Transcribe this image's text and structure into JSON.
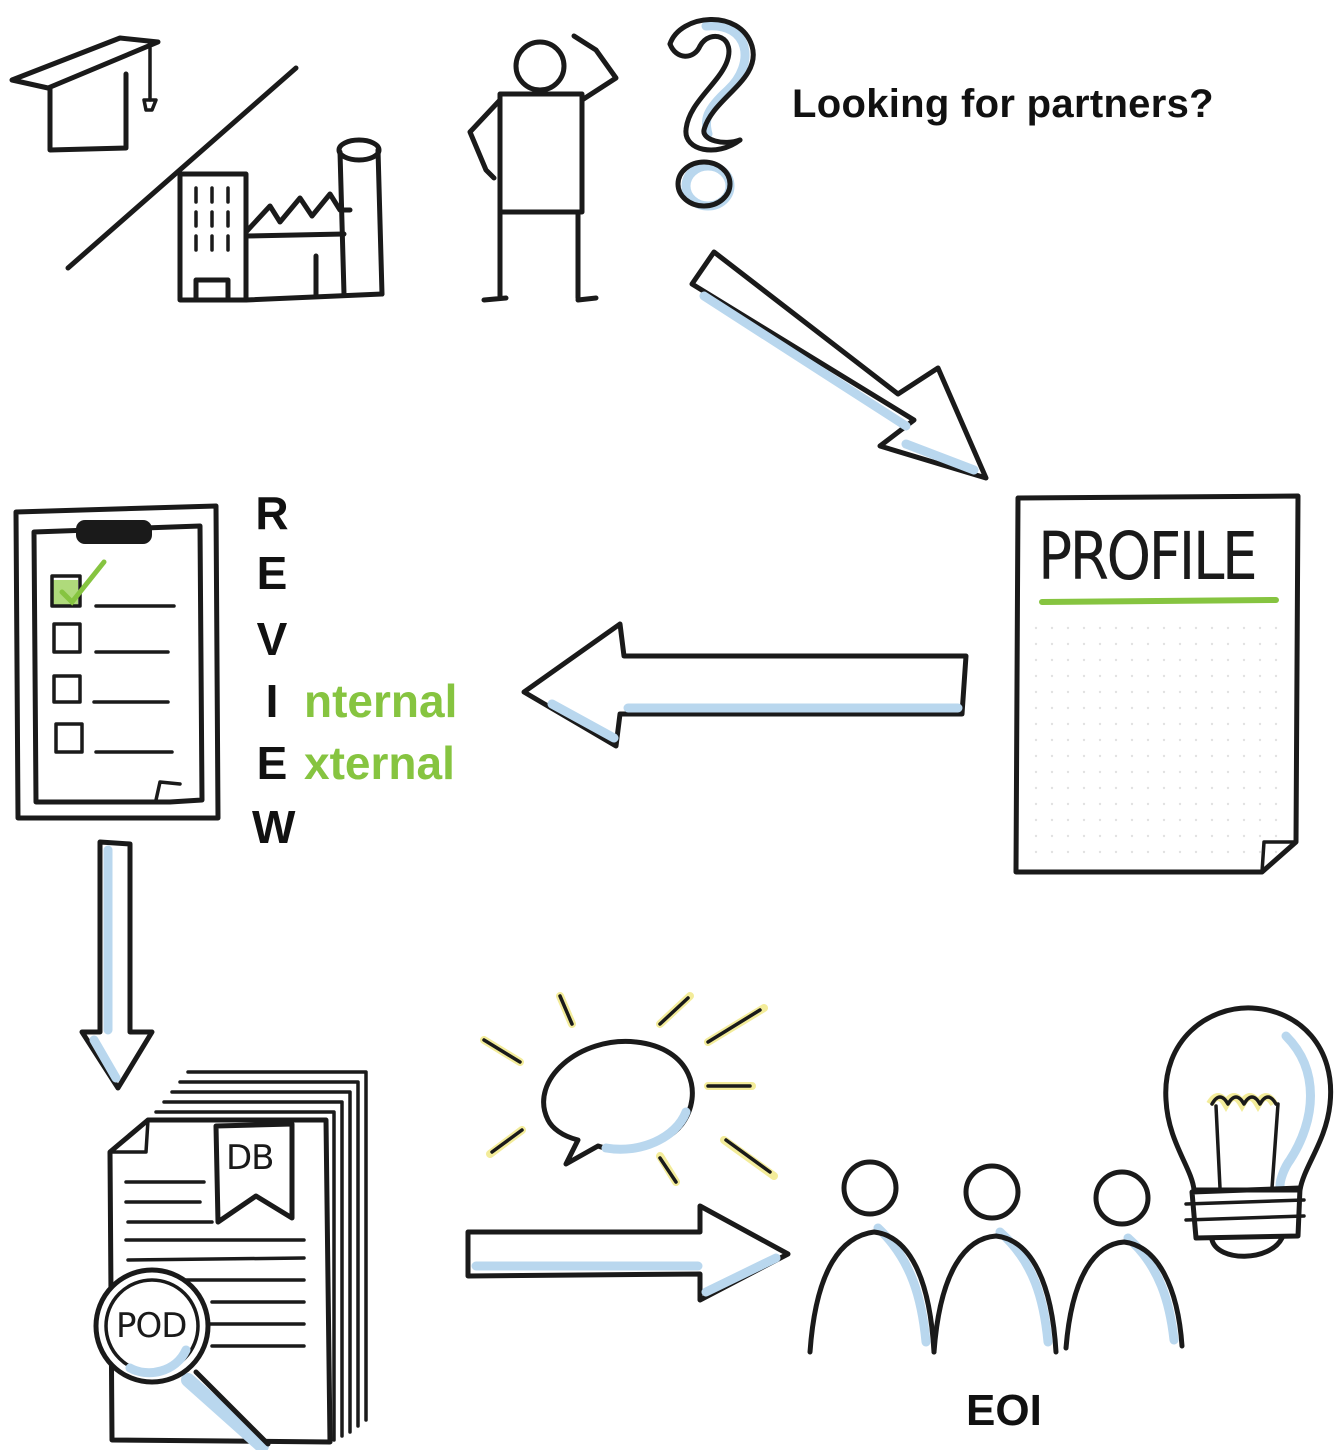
{
  "headline": "Looking for partners?",
  "profile": {
    "title": "PROFILE"
  },
  "review": {
    "letters": [
      "R",
      "E",
      "V",
      "I",
      "E",
      "W"
    ],
    "internal_suffix": "nternal",
    "external_suffix": "xternal"
  },
  "database": {
    "tag": "DB",
    "magnifier_label": "POD"
  },
  "eoi": {
    "label": "EOI"
  },
  "colors": {
    "ink": "#1a1a1a",
    "accent_green": "#86c440",
    "arrow_shade": "#b9d7ee",
    "spark_yellow": "#f3ec9a"
  }
}
